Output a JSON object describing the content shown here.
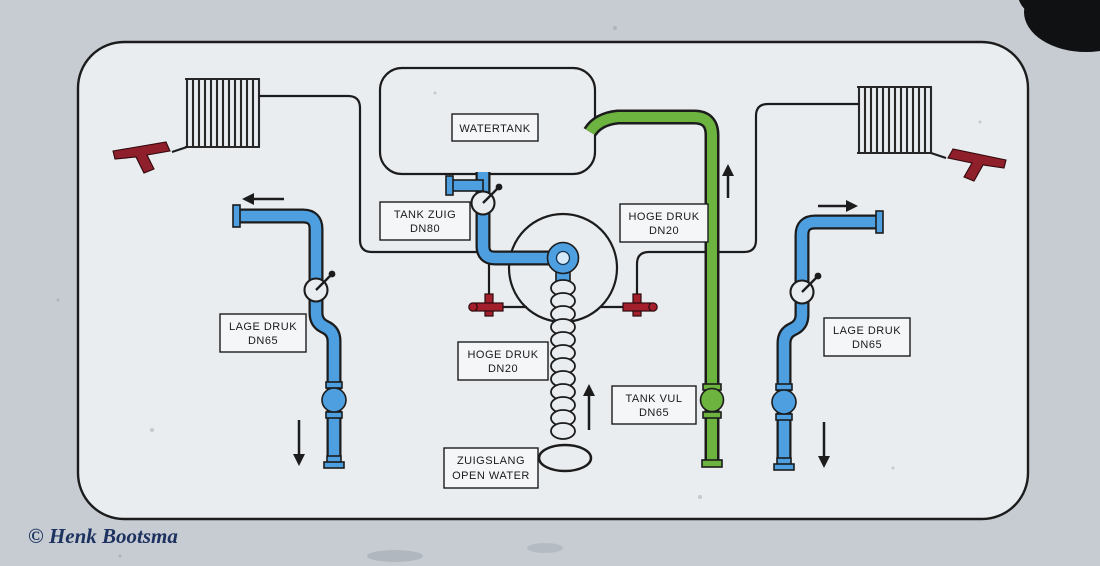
{
  "credit": "© Henk Bootsma",
  "diagram": {
    "watertank": "WATERTANK",
    "tank_zuig": [
      "TANK ZUIG",
      "DN80"
    ],
    "hoge_druk_reel": [
      "HOGE DRUK",
      "DN20"
    ],
    "hoge_druk_pump": [
      "HOGE DRUK",
      "DN20"
    ],
    "lage_druk_left": [
      "LAGE DRUK",
      "DN65"
    ],
    "lage_druk_right": [
      "LAGE DRUK",
      "DN65"
    ],
    "tank_vul": [
      "TANK VUL",
      "DN65"
    ],
    "zuigslang": [
      "ZUIGSLANG",
      "OPEN WATER"
    ]
  },
  "colors": {
    "photo_bg": "#c6ccd2",
    "panel_bg": "#e9edf0",
    "line": "#1c1c1c",
    "pipe_blue": "#4d9fe0",
    "pipe_green": "#6cb33f",
    "valve_red": "#a31f2c",
    "nozzle_red": "#8e1f2b",
    "label_bg": "#f4f6f8",
    "text": "#1a1a1a",
    "credit": "#1d3260",
    "blob": "#101112"
  }
}
